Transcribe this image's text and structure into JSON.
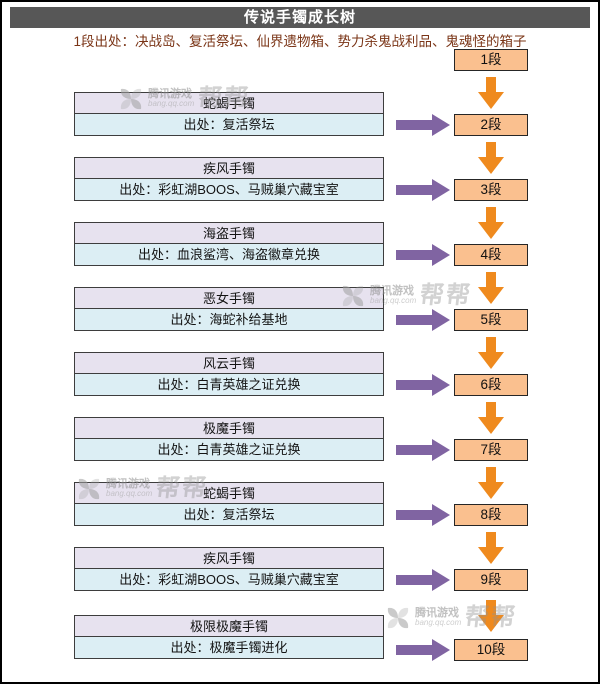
{
  "title": "传说手镯成长树",
  "subtitle": "1段出处：决战岛、复活祭坛、仙界遗物箱、势力杀鬼战利品、鬼魂怪的箱子",
  "stages": [
    {
      "label": "1段"
    },
    {
      "label": "2段"
    },
    {
      "label": "3段"
    },
    {
      "label": "4段"
    },
    {
      "label": "5段"
    },
    {
      "label": "6段"
    },
    {
      "label": "7段"
    },
    {
      "label": "8段"
    },
    {
      "label": "9段"
    },
    {
      "label": "10段"
    }
  ],
  "bracelets": [
    {
      "name": "蛇蝎手镯",
      "source": "出处：复活祭坛",
      "target_stage": "2段"
    },
    {
      "name": "疾风手镯",
      "source": "出处：彩虹湖BOOS、马贼巢穴藏宝室",
      "target_stage": "3段"
    },
    {
      "name": "海盗手镯",
      "source": "出处：血浪鲨湾、海盗徽章兑换",
      "target_stage": "4段"
    },
    {
      "name": "恶女手镯",
      "source": "出处：海蛇补给基地",
      "target_stage": "5段"
    },
    {
      "name": "风云手镯",
      "source": "出处：白青英雄之证兑换",
      "target_stage": "6段"
    },
    {
      "name": "极魔手镯",
      "source": "出处：白青英雄之证兑换",
      "target_stage": "7段"
    },
    {
      "name": "蛇蝎手镯",
      "source": "出处：复活祭坛",
      "target_stage": "8段"
    },
    {
      "name": "疾风手镯",
      "source": "出处：彩虹湖BOOS、马贼巢穴藏宝室",
      "target_stage": "9段"
    },
    {
      "name": "极限极魔手镯",
      "source": "出处：极魔手镯进化",
      "target_stage": "10段"
    }
  ],
  "watermark": {
    "brand": "腾讯游戏",
    "badge": "帮帮",
    "url": "bang.qq.com"
  },
  "colors": {
    "title_bar": "#575757",
    "title_text": "#ffffff",
    "subtitle_text": "#7a3416",
    "bracelet_header_bg": "#e7e2ef",
    "bracelet_source_bg": "#dceef4",
    "box_border": "#3d3d3d",
    "stage_bg": "#fac08f",
    "stage_border": "#262626",
    "down_arrow": "#ef8a1e",
    "right_arrow": "#8064a2"
  }
}
